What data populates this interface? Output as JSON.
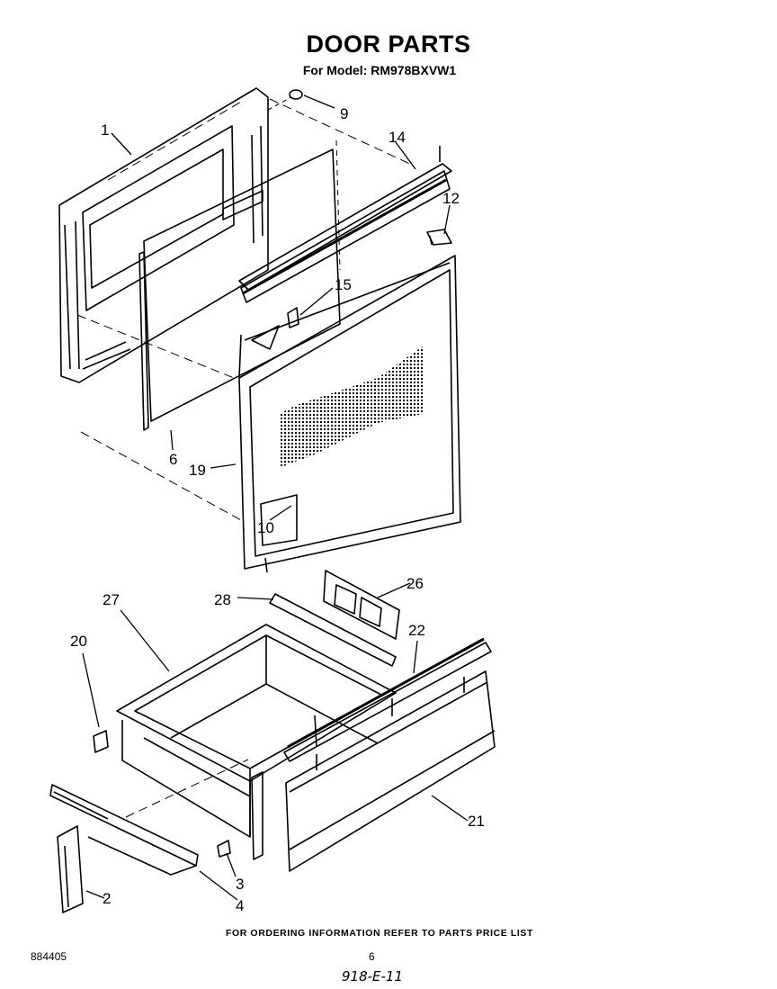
{
  "header": {
    "title": "DOOR PARTS",
    "subtitle": "For Model: RM978BXVW1"
  },
  "callouts": [
    "1",
    "9",
    "14",
    "12",
    "15",
    "6",
    "19",
    "10",
    "27",
    "28",
    "26",
    "20",
    "22",
    "21",
    "3",
    "4",
    "2"
  ],
  "footer": {
    "ordering_note": "FOR ORDERING INFORMATION REFER TO PARTS PRICE LIST",
    "document_number": "884405",
    "page_number": "6",
    "handwritten_note": "918-E-11"
  }
}
